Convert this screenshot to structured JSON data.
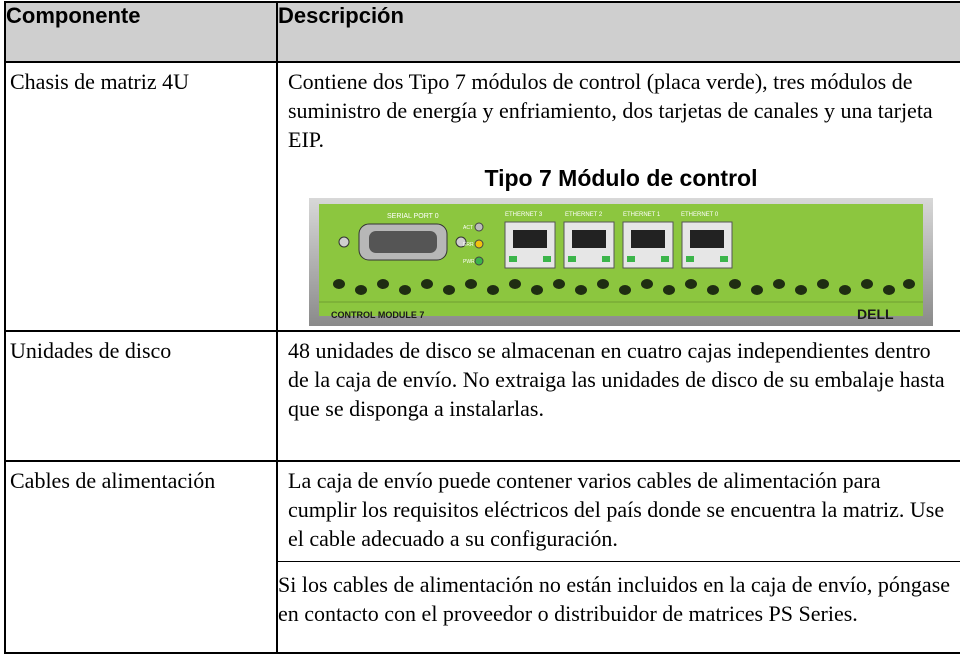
{
  "table": {
    "headers": [
      "Componente",
      "Descripción"
    ],
    "rows": [
      {
        "component": "Chasis de matriz 4U",
        "description": "Contiene dos Tipo 7 módulos de control (placa verde), tres módulos de suministro de energía y enfriamiento, dos tarjetas de canales y una tarjeta EIP.",
        "figure": {
          "title": "Tipo 7 Módulo de control",
          "serial_label": "SERIAL PORT 0",
          "led_labels": [
            "ACT",
            "ERR",
            "PWR"
          ],
          "ethernet_labels": [
            "ETHERNET 3",
            "ETHERNET 2",
            "ETHERNET 1",
            "ETHERNET 0"
          ],
          "module_label": "CONTROL MODULE 7",
          "brand": "DELL",
          "board_color": "#8cc63f"
        }
      },
      {
        "component": "Unidades de disco",
        "description": "48 unidades de disco se almacenan en cuatro cajas independientes dentro de la caja de envío. No extraiga las unidades de disco de su embalaje hasta que se disponga a instalarlas."
      },
      {
        "component": "Cables de alimentación",
        "description": "La caja de envío puede contener varios cables de alimentación para cumplir los requisitos eléctricos del país donde se encuentra la matriz. Use el cable adecuado a su configuración.",
        "description_2": "Si los cables de alimentación no están incluidos en la caja de envío, póngase en contacto con el proveedor o distribuidor de matrices PS Series."
      }
    ]
  }
}
